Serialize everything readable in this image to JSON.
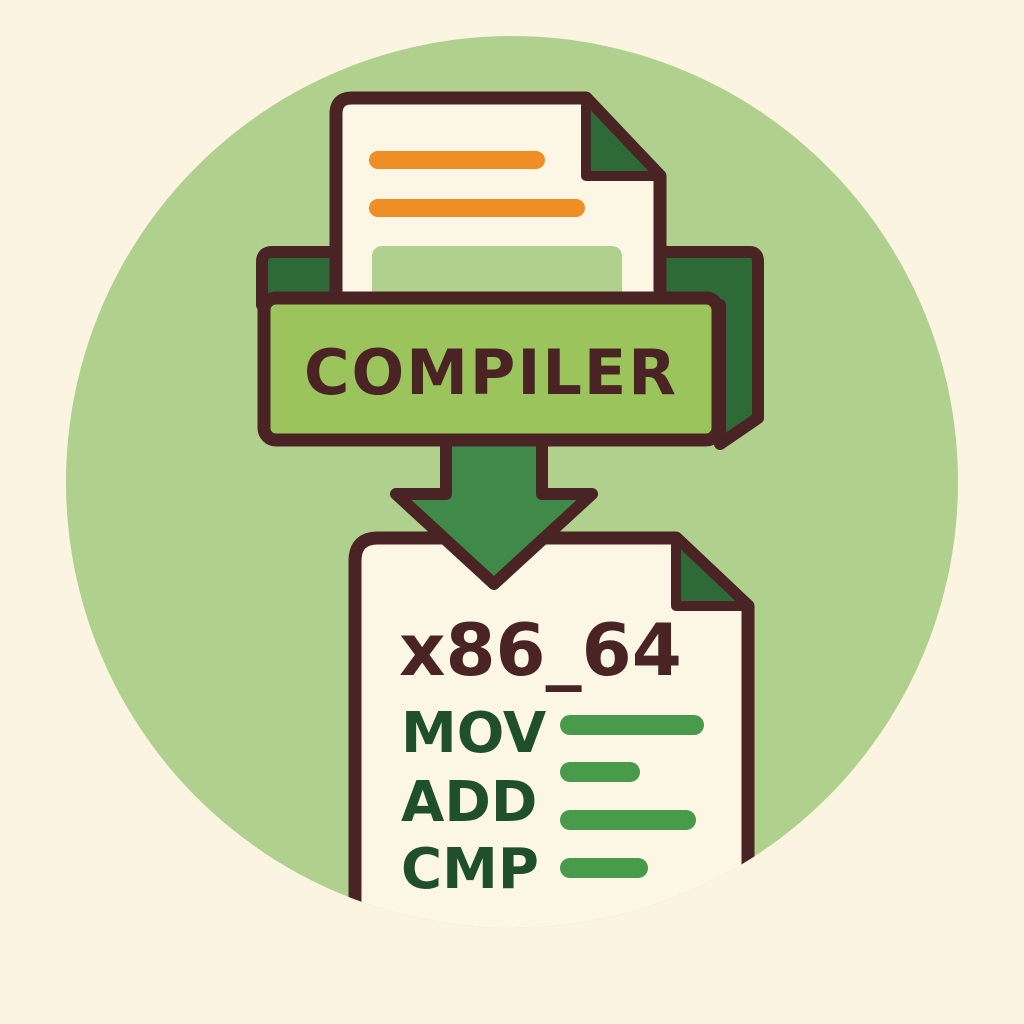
{
  "compiler": {
    "label": "COMPILER"
  },
  "source_file": {
    "icon": "source-document-icon"
  },
  "arrow": {
    "icon": "down-arrow-icon"
  },
  "output_file": {
    "arch": "x86_64",
    "instructions": [
      {
        "op": "MOV"
      },
      {
        "op": "ADD"
      },
      {
        "op": "CMP"
      }
    ]
  },
  "colors": {
    "background": "#fbf4e0",
    "circle": "#b0d18e",
    "paper": "#fcf6e4",
    "outline": "#4a2424",
    "compiler_band": "#9cc45c",
    "compiler_side": "#2e6a38",
    "arrow": "#3f8a48",
    "source_lines": "#ee8e24",
    "instruction_text": "#1f4f2c",
    "instruction_bars": "#4a9a4c"
  }
}
